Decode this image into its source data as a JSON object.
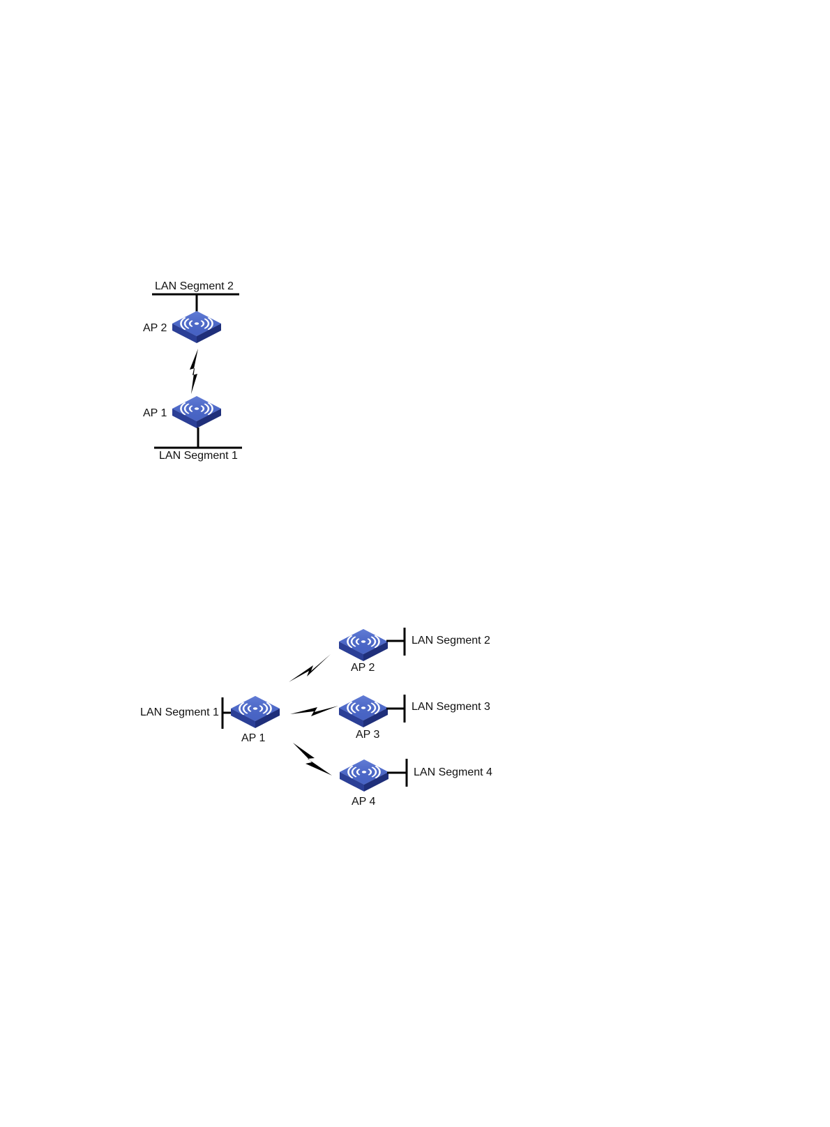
{
  "diagram1": {
    "ap_top_label": "AP 2",
    "ap_bottom_label": "AP 1",
    "segment_top_label": "LAN Segment 2",
    "segment_bottom_label": "LAN Segment 1"
  },
  "diagram2": {
    "ap_center_label": "AP 1",
    "ap_upper_label": "AP 2",
    "ap_middle_label": "AP 3",
    "ap_lower_label": "AP 4",
    "segment_center_label": "LAN Segment 1",
    "segment_upper_label": "LAN Segment 2",
    "segment_middle_label": "LAN Segment 3",
    "segment_lower_label": "LAN Segment 4"
  },
  "colors": {
    "ap_top": "#4a66c6",
    "ap_side": "#2b3f96",
    "ap_front": "#1f2f7a",
    "ap_icon": "#ffffff",
    "line": "#000000"
  },
  "icons": {
    "access_point": "wireless-ap-icon",
    "wireless_link": "lightning-bolt-icon"
  }
}
